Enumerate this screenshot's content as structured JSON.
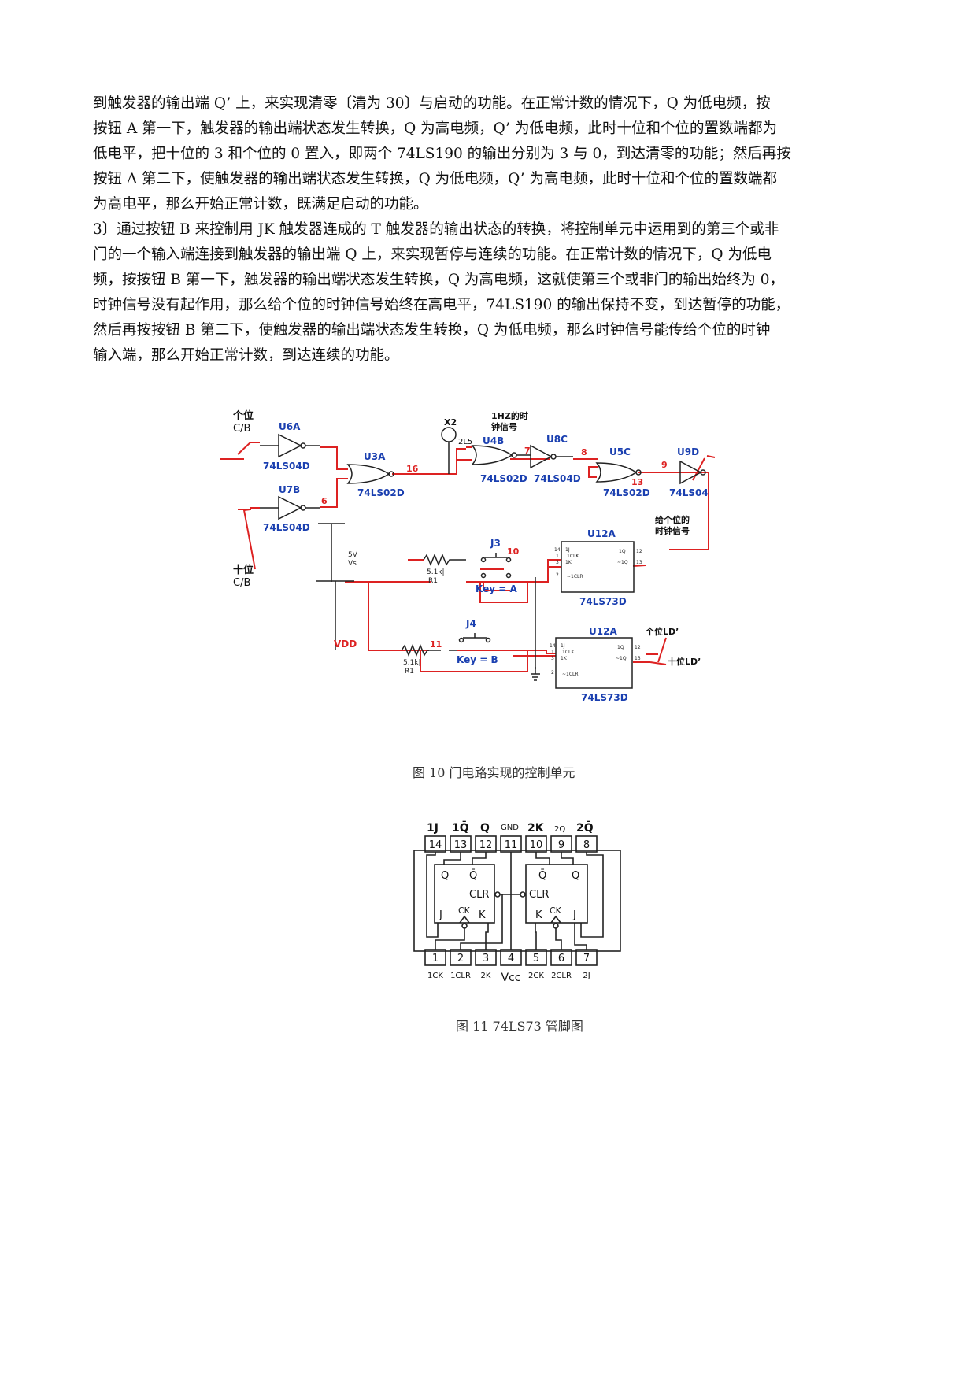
{
  "paragraph_lines": [
    "到触发器的输出端 Q’ 上，来实现清零〔清为 30〕与启动的功能。在正常计数的情况下，Q 为低电频，按",
    "按钮 A 第一下，触发器的输出端状态发生转换，Q 为高电频，Q’ 为低电频，此时十位和个位的置数端都为",
    "低电平，把十位的 3 和个位的 0 置入，即两个 74LS190 的输出分别为 3 与 0，到达清零的功能；然后再按",
    "按钮 A 第二下，使触发器的输出端状态发生转换，Q 为低电频，Q’ 为高电频，此时十位和个位的置数端都",
    "为高电平，那么开始正常计数，既满足启动的功能。",
    "3〕通过按钮 B 来控制用 JK 触发器连成的 T 触发器的输出状态的转换，将控制单元中运用到的第三个或非",
    "门的一个输入端连接到触发器的输出端 Q 上，来实现暂停与连续的功能。在正常计数的情况下，Q 为低电",
    "频，按按钮 B 第一下，触发器的输出端状态发生转换，Q 为高电频，这就使第三个或非门的输出始终为 0，",
    "时钟信号没有起作用，那么给个位的时钟信号始终在高电平，74LS190 的输出保持不变，到达暂停的功能，",
    "然后再按按钮 B 第二下，使触发器的输出端状态发生转换，Q 为低电频，那么时钟信号能传给个位的时钟",
    "输入端，那么开始正常计数，到达连续的功能。"
  ],
  "figure1": {
    "caption": "图 10 门电路实现的控制单元",
    "labels": {
      "ones_cb_1": "个位",
      "ones_cb_2": "C/B",
      "tens_cb_1": "十位",
      "tens_cb_2": "C/B",
      "u6a": "U6A",
      "u6a_part": "74LS04D",
      "u7b": "U7B",
      "u7b_part": "74LS04D",
      "u3a": "U3A",
      "u3a_part": "74LS02D",
      "x2": "X2",
      "clk_1": "1HZ的时",
      "clk_2": "钟信号",
      "u4b": "U4B",
      "u4b_part": "74LS02D",
      "u8c": "U8C",
      "u8c_part": "74LS04D",
      "u5c": "U5C",
      "u5c_part": "74LS02D",
      "u9d": "U9D",
      "u9d_part": "74LS04",
      "out_1": "给个位的",
      "out_2": "时钟信号",
      "u12a_top": "U12A",
      "u12a_top_part": "74LS73D",
      "u12a_bot": "U12A",
      "u12a_bot_part": "74LS73D",
      "j3": "J3",
      "key_a": "Key = A",
      "j4": "J4",
      "key_b": "Key = B",
      "vs_1": "5V",
      "vs_2": "Vs",
      "vdd": "VDD",
      "r1_top_1": "5.1k|",
      "r1_top_2": "R1",
      "r1_bot_1": "5.1k|",
      "r1_bot_2": "R1",
      "ones_ld": "个位LD’",
      "tens_ld": "十位LD’",
      "n16": "16",
      "n6": "6",
      "n7": "7",
      "n8": "8",
      "n9": "9",
      "n13": "13",
      "n10": "10",
      "n11": "11",
      "n2_5": "2L5",
      "pin_1j": "1J",
      "pin_1clk": "1CLK",
      "pin_1k": "1K",
      "pin_clr": "~1CLR",
      "pin_1q": "1Q",
      "pin_1qn": "~1Q",
      "p14": "14",
      "p1": "1",
      "p3": "3",
      "p2": "2",
      "p12": "12",
      "p13": "13"
    }
  },
  "figure2": {
    "caption": "图 11 74LS73 管脚图",
    "top_labels": [
      "1J",
      "1Q̄",
      "Q",
      "GND",
      "2K",
      "2Q",
      "2Q̄"
    ],
    "top_pins": [
      "14",
      "13",
      "12",
      "11",
      "10",
      "9",
      "8"
    ],
    "bottom_pins": [
      "1",
      "2",
      "3",
      "4",
      "5",
      "6",
      "7"
    ],
    "bottom_labels": [
      "1CK",
      "1CLR",
      "2K",
      "Vcc",
      "2CK",
      "2CLR",
      "2J"
    ],
    "ff_labels": {
      "q": "Q",
      "qbar": "Q̄",
      "clr": "CLR",
      "j": "J",
      "k": "K",
      "ck": "CK"
    }
  }
}
